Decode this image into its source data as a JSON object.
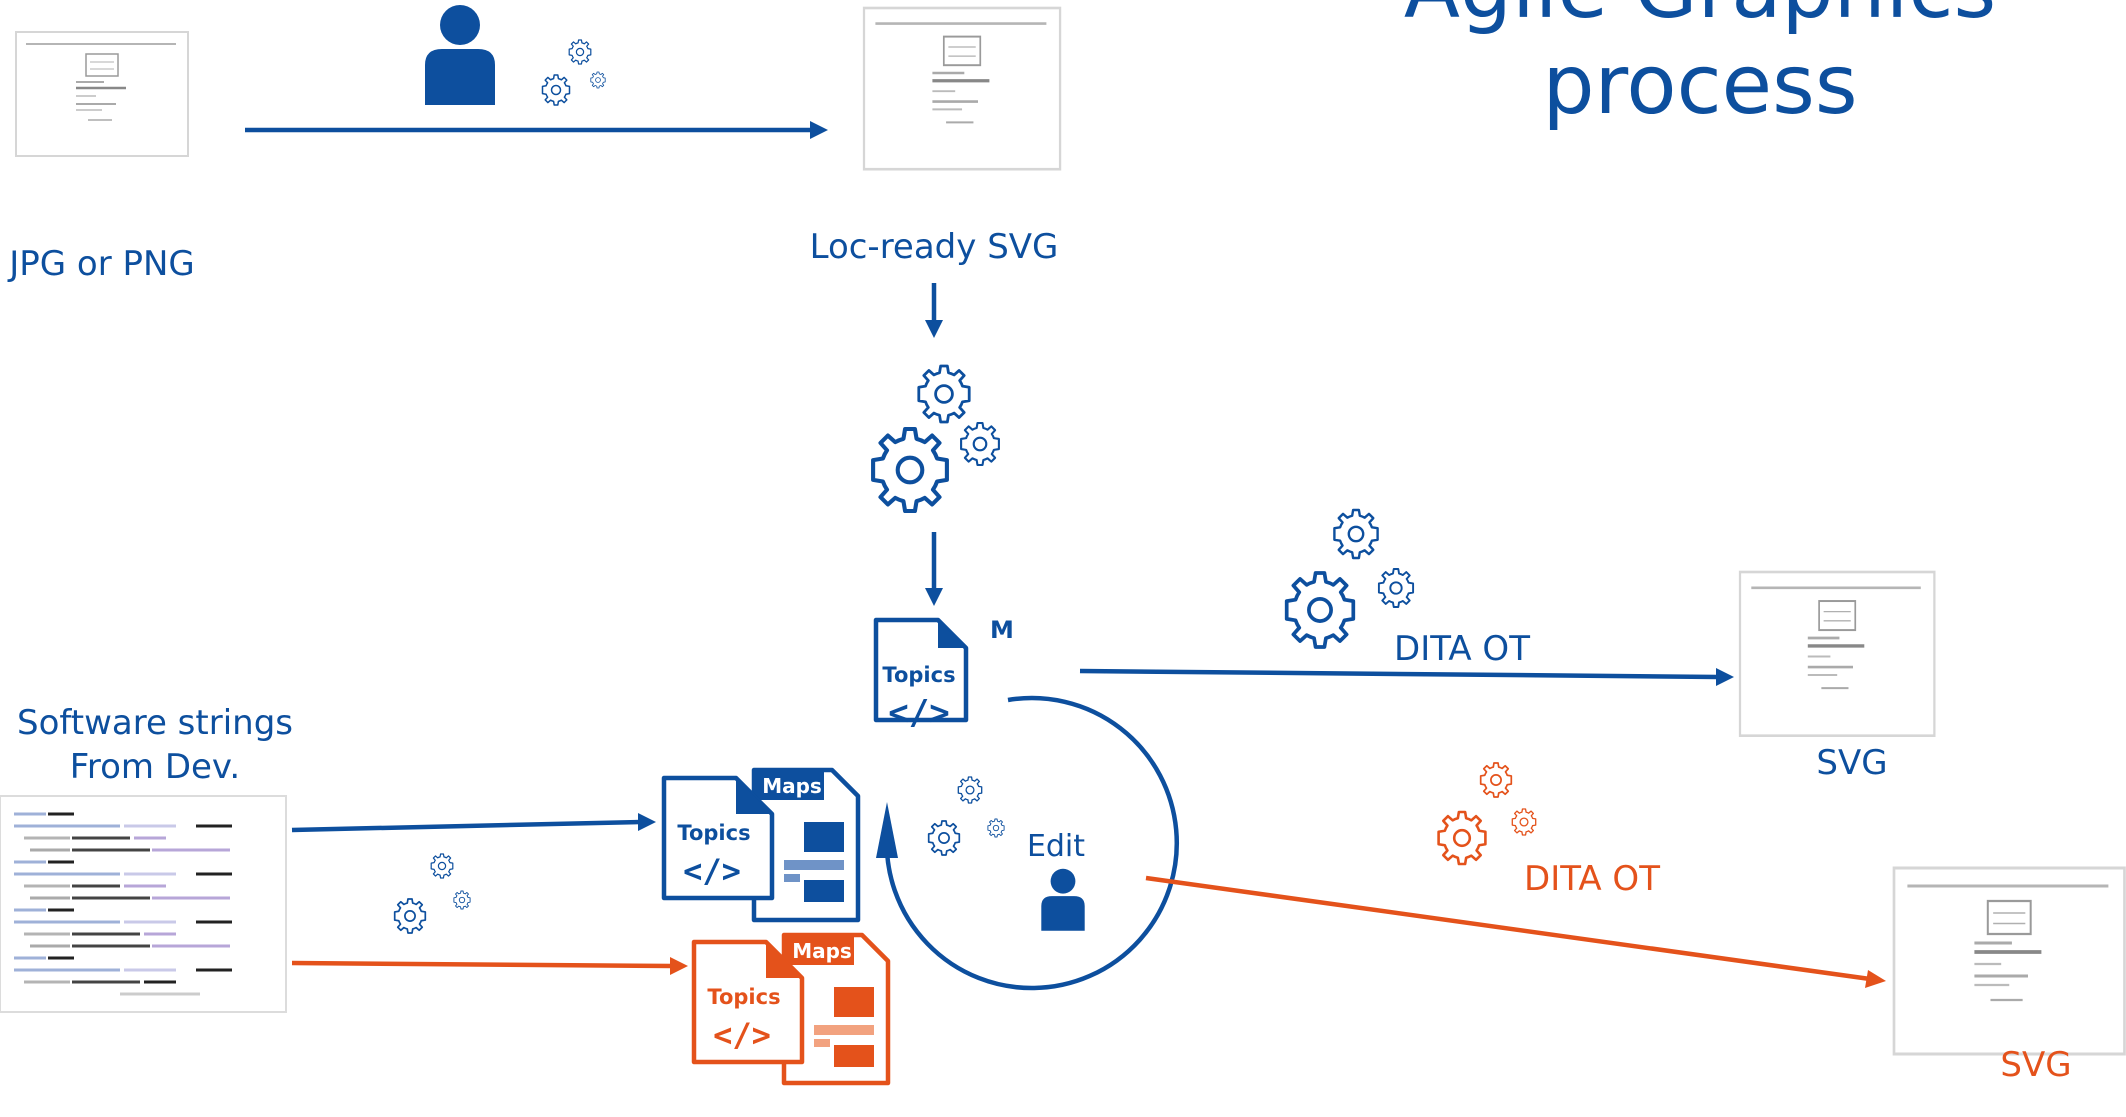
{
  "title": {
    "line1": "Agile Graphics",
    "line2": "process"
  },
  "labels": {
    "source_images": "JPG or PNG",
    "loc_ready_svg": "Loc-ready SVG",
    "software_strings_line1": "Software strings",
    "software_strings_line2": "From Dev.",
    "dita_ot_blue": "DITA OT",
    "dita_ot_orange": "DITA OT",
    "svg_blue": "SVG",
    "svg_orange": "SVG",
    "edit": "Edit"
  },
  "doc_icons": {
    "topics": "Topics",
    "maps": "Maps",
    "code": "</>",
    "partial_maps": "M"
  },
  "colors": {
    "blue": "#0d4f9e",
    "orange": "#e4521b",
    "light_blue": "#6f93c7",
    "light_orange": "#f2a27f"
  },
  "icons": [
    "person-icon",
    "gears-icon",
    "document-topics-icon",
    "document-maps-icon",
    "cycle-arrow-icon"
  ]
}
